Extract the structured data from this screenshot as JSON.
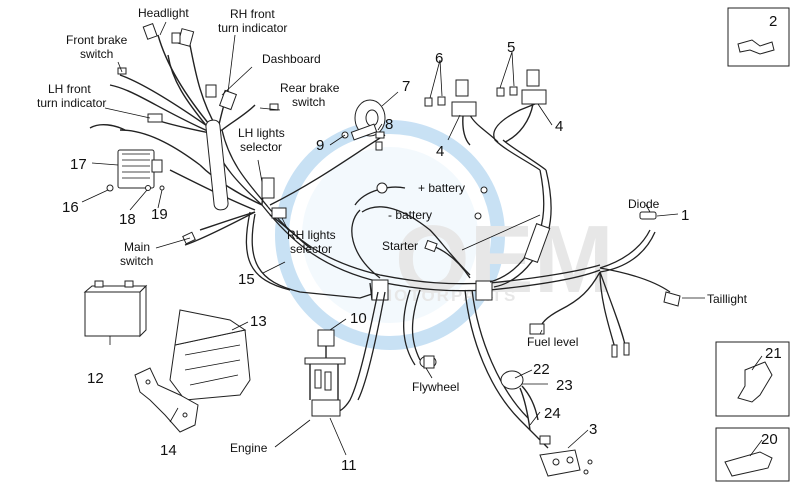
{
  "labels": {
    "headlight": "Headlight",
    "rh_front_turn_indicator": "RH front\nturn indicator",
    "front_brake_switch": "Front brake\nswitch",
    "dashboard": "Dashboard",
    "rear_brake_switch": "Rear brake\nswitch",
    "lh_front_turn_indicator": "LH front\nturn indicator",
    "lh_lights_selector": "LH lights\nselector",
    "rh_lights_selector": "RH lights\nselector",
    "main_switch": "Main\nswitch",
    "plus_battery": "+ battery",
    "minus_battery": "- battery",
    "starter": "Starter",
    "diode": "Diode",
    "taillight": "Taillight",
    "fuel_level": "Fuel level",
    "flywheel": "Flywheel",
    "engine": "Engine"
  },
  "callouts": {
    "n1": "1",
    "n2": "2",
    "n3": "3",
    "n4a": "4",
    "n4b": "4",
    "n5": "5",
    "n6": "6",
    "n7": "7",
    "n8": "8",
    "n9": "9",
    "n10": "10",
    "n11": "11",
    "n12": "12",
    "n13": "13",
    "n14": "14",
    "n15": "15",
    "n16": "16",
    "n17": "17",
    "n18": "18",
    "n19": "19",
    "n20": "20",
    "n21": "21",
    "n22": "22",
    "n23": "23",
    "n24": "24"
  },
  "watermark": {
    "logo": "OEM",
    "tagline": "MOTORPARTS"
  },
  "colors": {
    "line": "#222222",
    "watermark_blue": "#9cc9ec",
    "watermark_gray": "#d4d4d4"
  }
}
